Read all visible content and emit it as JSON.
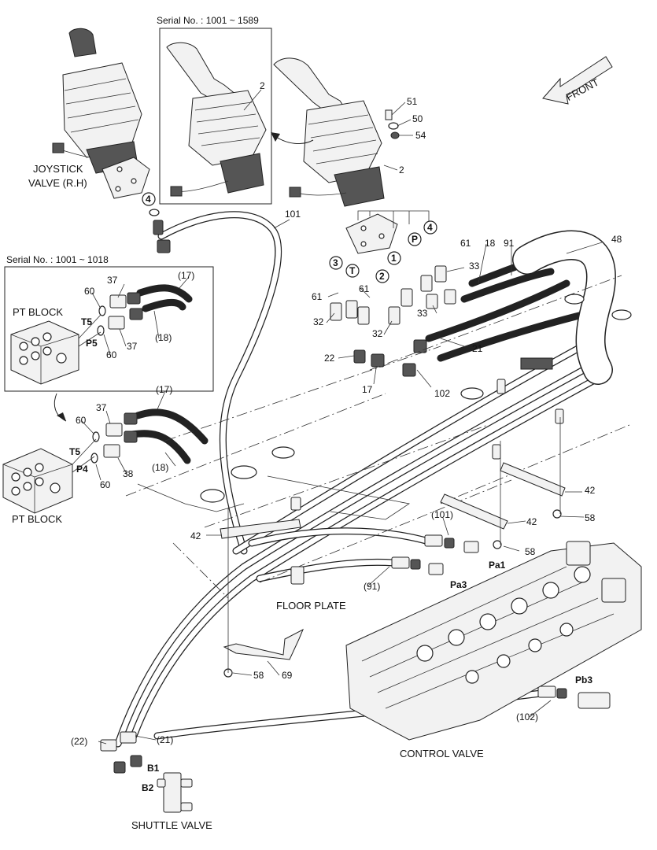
{
  "title": {
    "front": "FRONT"
  },
  "serial_boxes": {
    "top": "Serial No. : 1001 ~ 1589",
    "left": "Serial No. : 1001 ~ 1018"
  },
  "components": {
    "joystick": "JOYSTICK",
    "joystick_sub": "VALVE (R.H)",
    "pt_block_top": "PT BLOCK",
    "pt_block_bottom": "PT BLOCK",
    "floor_plate": "FLOOR PLATE",
    "control_valve": "CONTROL VALVE",
    "shuttle_valve": "SHUTTLE VALVE"
  },
  "ports": {
    "t5_top": "T5",
    "p5": "P5",
    "t5_bottom": "T5",
    "p4": "P4",
    "pa1": "Pa1",
    "pa3": "Pa3",
    "pb3": "Pb3",
    "b1": "B1",
    "b2": "B2"
  },
  "circled": {
    "c4_left": "4",
    "c4_right": "4",
    "c3": "3",
    "cT": "T",
    "c2": "2",
    "c1": "1",
    "cP": "P"
  },
  "callouts": {
    "n2a": "2",
    "n2b": "2",
    "n51": "51",
    "n50": "50",
    "n54": "54",
    "n101": "101",
    "n18": "18",
    "n91": "91",
    "n48": "48",
    "n61a": "61",
    "n61b": "61",
    "n61c": "61",
    "n33a": "33",
    "n33b": "33",
    "n32a": "32",
    "n32b": "32",
    "n22": "22",
    "n17": "17",
    "n102": "102",
    "n21": "21",
    "n37a": "37",
    "n60a": "60",
    "n17p": "(17)",
    "n18p": "(18)",
    "n37b": "37",
    "n60b": "60",
    "n17c": "(17)",
    "n37c": "37",
    "n60c": "60",
    "n18c": "(18)",
    "n38": "38",
    "n60d": "60",
    "n42a": "42",
    "n42b": "42",
    "n42c": "42",
    "n58a": "58",
    "n58b": "58",
    "n58c": "58",
    "n101p": "(101)",
    "n91p": "(91)",
    "n69": "69",
    "n102p": "(102)",
    "n22p": "(22)",
    "n21p": "(21)"
  }
}
